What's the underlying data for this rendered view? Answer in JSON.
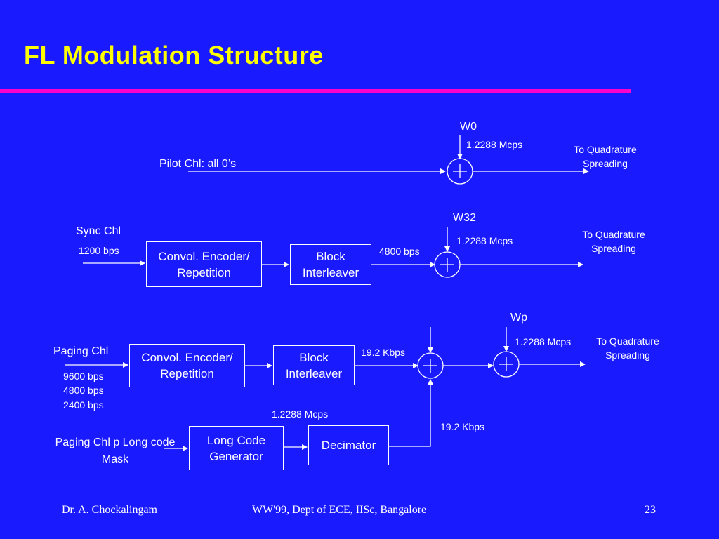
{
  "title": "FL Modulation Structure",
  "pilot": {
    "label": "Pilot Chl: all 0’s",
    "walsh": "W0",
    "chip_rate": "1.2288 Mcps",
    "output": "To Quadrature Spreading"
  },
  "sync": {
    "label": "Sync Chl",
    "rate": "1200 bps",
    "encoder": "Convol. Encoder/ Repetition",
    "interleaver": "Block Interleaver",
    "interleaver_rate": "4800 bps",
    "walsh": "W32",
    "chip_rate": "1.2288 Mcps",
    "output": "To Quadrature Spreading"
  },
  "paging": {
    "label": "Paging Chl",
    "rates": [
      "9600 bps",
      "4800 bps",
      "2400 bps"
    ],
    "encoder": "Convol. Encoder/ Repetition",
    "interleaver": "Block Interleaver",
    "interleaver_rate": "19.2 Kbps",
    "walsh": "Wp",
    "chip_rate": "1.2288 Mcps",
    "output": "To Quadrature Spreading",
    "long_code_input": "Paging Chl p Long code Mask",
    "long_code_generator": "Long Code Generator",
    "long_code_rate": "1.2288 Mcps",
    "decimator": "Decimator",
    "decimator_rate": "19.2 Kbps"
  },
  "footer": {
    "author": "Dr. A. Chockalingam",
    "event": "WW'99, Dept of ECE, IISc, Bangalore",
    "page": "23"
  },
  "colors": {
    "background": "#1a1aff",
    "title": "#ffff00",
    "rule": "#ff00cc",
    "foreground": "#ffffff"
  }
}
